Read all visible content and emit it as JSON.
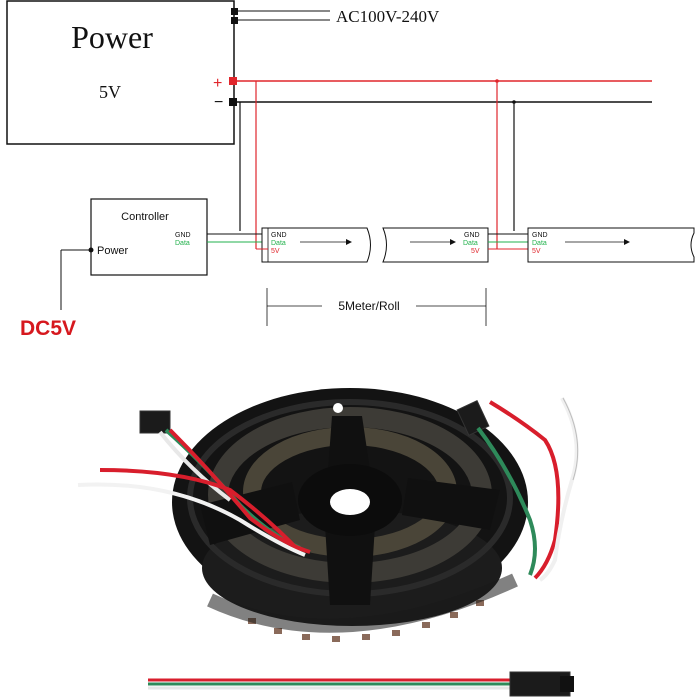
{
  "diagram": {
    "power_box": {
      "title": "Power",
      "voltage": "5V"
    },
    "ac_label": "AC100V-240V",
    "plus_sign": "+",
    "minus_sign": "−",
    "controller": {
      "title": "Controller",
      "power_label": "Power",
      "gnd": "GND",
      "data": "Data"
    },
    "dc_label": "DC5V",
    "strip_pins": {
      "gnd": "GND",
      "data": "Data",
      "v5": "5V"
    },
    "length_label": "5Meter/Roll"
  },
  "photo": {
    "subject": "led-strip-reel",
    "wire_colors": {
      "red": "#d81e2c",
      "green": "#2e8a5a",
      "white": "#f2f2f2",
      "black": "#141414"
    }
  },
  "colors": {
    "plus_line": "#e0262c",
    "minus_line": "#111111",
    "data_line": "#22b14c",
    "dc_label": "#d6181e"
  }
}
